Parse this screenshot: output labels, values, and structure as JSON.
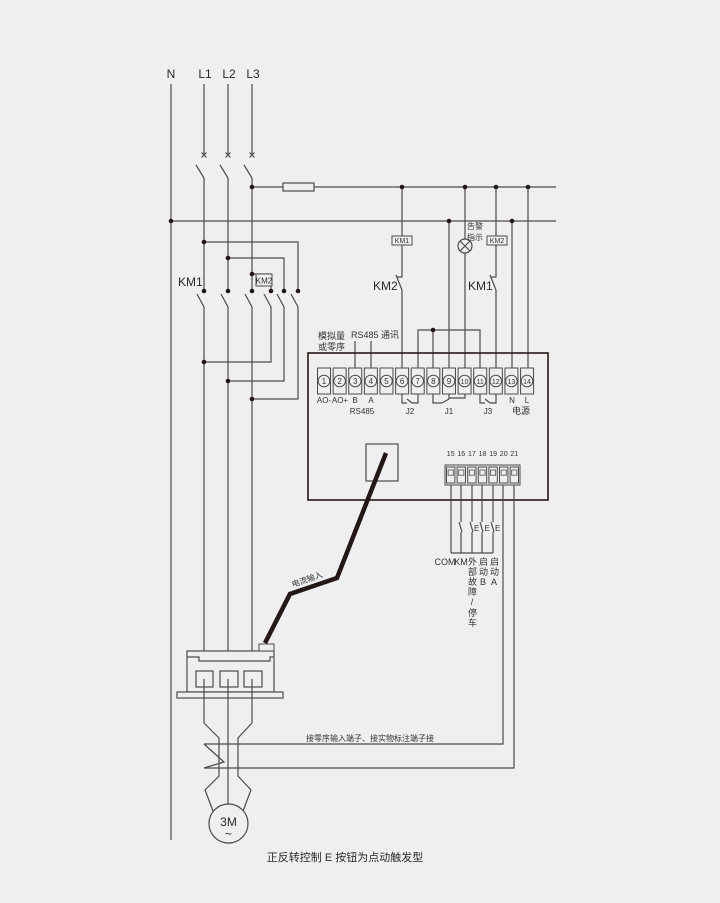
{
  "diagram": {
    "buses": {
      "n": "N",
      "l1": "L1",
      "l2": "L2",
      "l3": "L3"
    },
    "main_contactors": {
      "km1": "KM1",
      "km2": "KM2"
    },
    "control_circuit": {
      "km1_coil": "KM1",
      "km2_coil": "KM2",
      "km2_interlock_contact": "KM2",
      "km1_interlock_contact": "KM1",
      "alarm_lamp_label": [
        "告警",
        "指示"
      ]
    },
    "protector": {
      "top_notes": {
        "analog": [
          "模拟量",
          "或零序"
        ],
        "comm": "RS485 通讯"
      },
      "terminals_top": [
        "1",
        "2",
        "3",
        "4",
        "5",
        "6",
        "7",
        "8",
        "9",
        "10",
        "11",
        "12",
        "13",
        "14"
      ],
      "terminal_labels": {
        "t1": "AO-",
        "t2": "AO+",
        "t3": "B",
        "t4": "A",
        "rs485": "RS485",
        "j2": "J2",
        "j1": "J1",
        "j3": "J3",
        "t13": "N",
        "t14": "L",
        "power": "电源"
      },
      "terminals_bottom": [
        "15",
        "16",
        "17",
        "18",
        "19",
        "20",
        "21"
      ],
      "pushbutton_mark": "E",
      "bottom_labels": {
        "com": "COM",
        "km": "KM",
        "ext_fault": "外部故障/停车",
        "start_b": "启动B",
        "start_a": "启动A"
      }
    },
    "current_input_label": "电流输入",
    "zero_sequence_note": "接零序输入端子、接实物标注端子接",
    "motor": {
      "label": "3M",
      "symbol": "~"
    },
    "caption": "正反转控制 E 按钮为点动触发型"
  },
  "colors": {
    "background": "#efefef",
    "wire": "#4d4a4a",
    "current_input_cable": "#231815",
    "device_outline": "#231815"
  }
}
